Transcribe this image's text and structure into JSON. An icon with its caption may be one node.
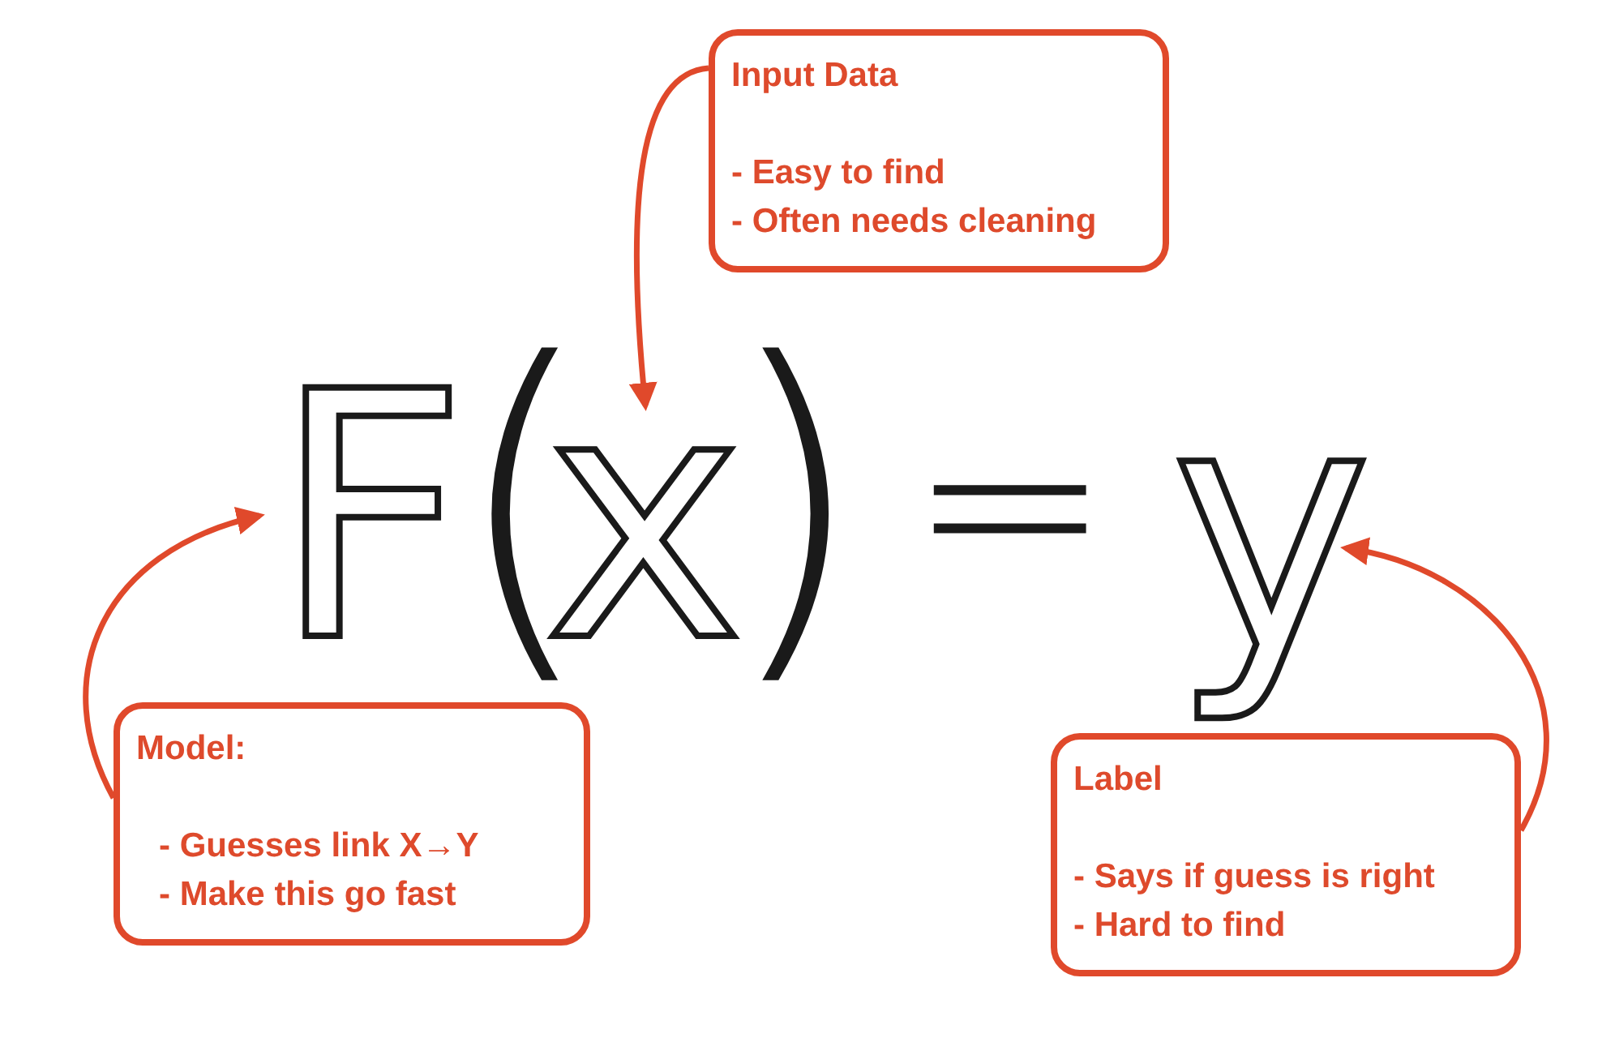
{
  "diagram": {
    "nodes": [
      {
        "text": [
          "Input Data",
          "- Easy to find",
          "- Often needs cleaning"
        ]
      },
      {
        "text": [
          "F"
        ]
      },
      {
        "text": [
          "x"
        ]
      },
      {
        "text": [
          "y"
        ]
      },
      {
        "text": [
          "Model:",
          "- Guesses link X→Y",
          "- Make this go fast"
        ]
      },
      {
        "text": [
          "Label",
          "- Says if guess is right",
          "- Hard to find"
        ]
      }
    ],
    "edges": [
      {
        "from": 0,
        "to": 2,
        "arrow": "to"
      },
      {
        "from": 4,
        "to": 1,
        "arrow": "to"
      },
      {
        "from": 5,
        "to": 3,
        "arrow": "to"
      }
    ],
    "labels": [
      "(",
      ")",
      "="
    ]
  }
}
